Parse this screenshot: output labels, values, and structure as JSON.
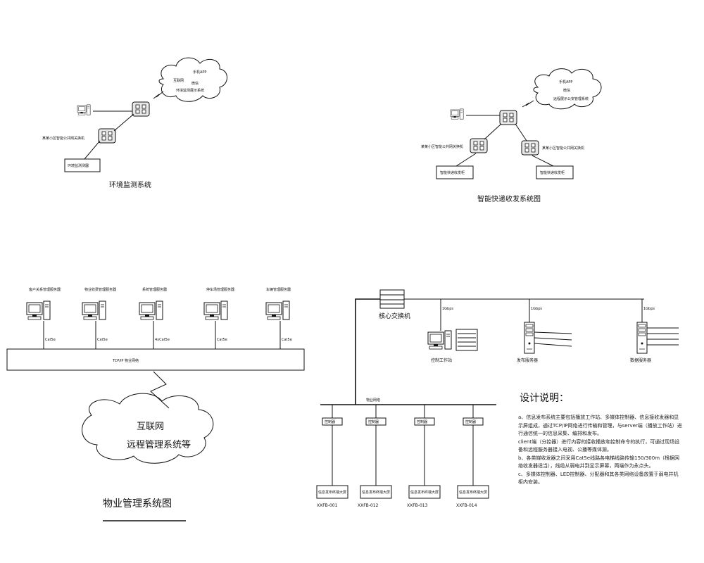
{
  "env_system": {
    "cloud_lines": [
      "手机APP",
      "互联网",
      "微信",
      "环境监测展示系统"
    ],
    "switch_label": "某某小区智能公共网关换机",
    "device_box": "环境监测测器",
    "title": "环境监测系统"
  },
  "express_system": {
    "cloud_lines": [
      "手机APP",
      "微信",
      "远程展示公安管理系统"
    ],
    "left_switch": "某某小区智能公共网关换机",
    "right_switch": "某某小区智能公共网关换机",
    "left_box": "智能快递收发柜",
    "right_box": "智能快递收发柜",
    "title": "智能快递收发系统图"
  },
  "property_system": {
    "computers": [
      {
        "label": "客户关系管理服务器",
        "cable": "Cat5e"
      },
      {
        "label": "物业收费管理服务器",
        "cable": "Cat5e"
      },
      {
        "label": "系统管理服务器",
        "cable": "4xCat5e"
      },
      {
        "label": "停车场管理服务器",
        "cable": "Cat5e"
      },
      {
        "label": "车辆管理服务器",
        "cable": "Cat5e"
      }
    ],
    "bus_label": "TCP/IP    物业网络",
    "cloud_line1": "互联网",
    "cloud_line2": "远程管理系统等",
    "title": "物业管理系统图"
  },
  "release_system": {
    "core_switch": "核心交换机",
    "links": [
      "1Gbps",
      "1Gbps",
      "1Gbps"
    ],
    "workstation": "控制工作站",
    "publish_server": "发布服务器",
    "data_server": "数据服务器",
    "bus_label": "物业网络",
    "controllers": [
      {
        "tag": "控制器",
        "screen": "信息发布终端大屏",
        "code": "XXFB-001"
      },
      {
        "tag": "控制器",
        "screen": "信息发布终端大屏",
        "code": "XXFB-012"
      },
      {
        "tag": "控制器",
        "screen": "信息发布终端大屏",
        "code": "XXFB-013"
      },
      {
        "tag": "控制器",
        "screen": "信息发布终端大屏",
        "code": "XXFB-014"
      }
    ]
  },
  "design_notes": {
    "heading": "设计说明：",
    "paragraphs": [
      "a、信息发布系统主要包括播放工作站、多媒体控制器、信息接收发器和显示屏组成，通过TCP/IP网络进行传输和管理，与server端（播放工作站）进行通信统一的信息采集、编排和发布。",
      "client端（分控器）进行内容的接收播放和控制命令的执行，可通过现场设备和远程服务器接入电视、公播等媒体源。",
      "b、各类媒收发器之间采用Cat5e线路各电梯线路传输150/300m（根据网络收发器适当），线缆从弱电井到显示屏幕，两端作为永点头。",
      "c、多媒体控制器、LED控制器、分配器和其各类网络设备放置于弱电井机柜内安装。"
    ]
  },
  "colors": {
    "line": "#111111",
    "background": "#ffffff"
  }
}
